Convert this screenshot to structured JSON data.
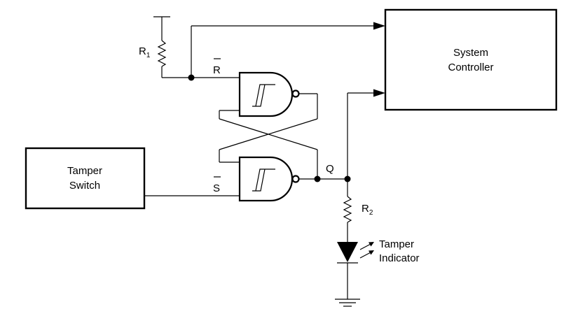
{
  "system_controller": {
    "line1": "System",
    "line2": "Controller"
  },
  "tamper_switch": {
    "line1": "Tamper",
    "line2": "Switch"
  },
  "resistor_r1": {
    "letter": "R",
    "subscript": "1"
  },
  "resistor_r2": {
    "letter": "R",
    "subscript": "2"
  },
  "reset_input": {
    "label": "R"
  },
  "set_input": {
    "label": "S"
  },
  "output_q": {
    "label": "Q"
  },
  "tamper_indicator": {
    "line1": "Tamper",
    "line2": "Indicator"
  }
}
